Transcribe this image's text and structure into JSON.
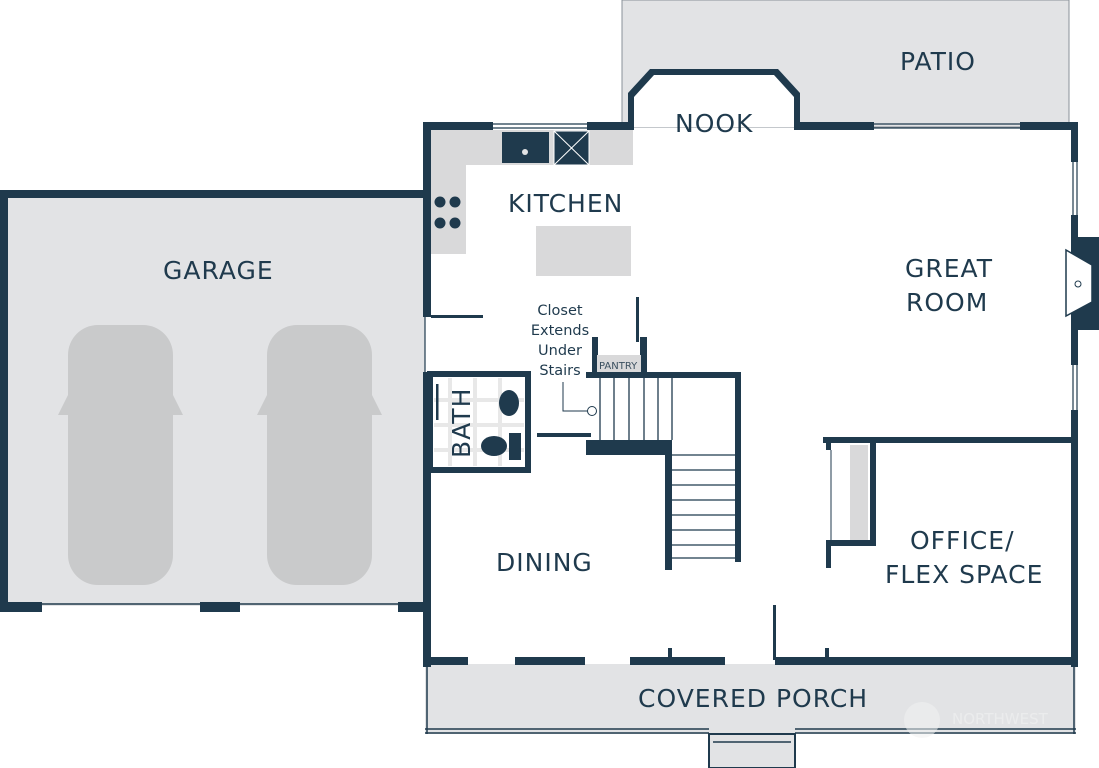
{
  "plan": {
    "rooms": {
      "patio": "PATIO",
      "nook": "NOOK",
      "kitchen": "KITCHEN",
      "great_room_line1": "GREAT",
      "great_room_line2": "ROOM",
      "garage": "GARAGE",
      "bath": "BATH",
      "pantry": "PANTRY",
      "dining": "DINING",
      "office_line1": "OFFICE/",
      "office_line2": "FLEX SPACE",
      "covered_porch": "COVERED PORCH"
    },
    "note": [
      "Closet",
      "Extends",
      "Under",
      "Stairs"
    ],
    "watermark": "NORTHWEST"
  },
  "colors": {
    "wall": "#1f3a4d",
    "floor": "#e2e3e5",
    "counter": "#d9d9da",
    "car": "#c9cacb"
  }
}
